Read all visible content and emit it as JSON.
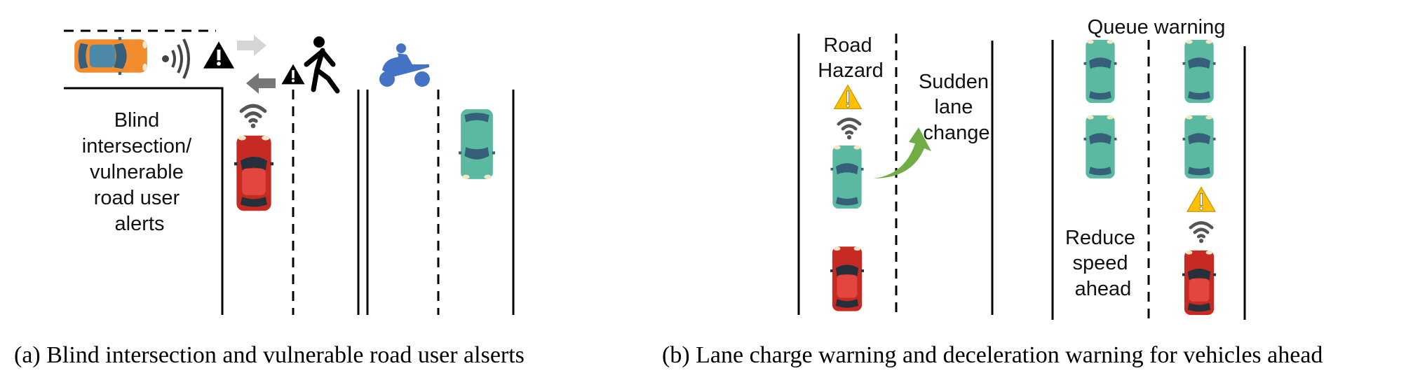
{
  "panel_a": {
    "label_lines": [
      "Blind",
      "intersection/",
      "vulnerable",
      "road user",
      "alerts"
    ],
    "caption": "(a) Blind intersection and vulnerable road user alserts"
  },
  "panel_b": {
    "road_hazard_lines": [
      "Road",
      "Hazard"
    ],
    "sudden_lane_change_lines": [
      "Sudden",
      "lane",
      "change"
    ],
    "queue_warning": "Queue warning",
    "reduce_speed_lines": [
      "Reduce",
      "speed",
      "ahead"
    ],
    "caption": "(b) Lane charge warning and deceleration warning for vehicles ahead"
  },
  "colors": {
    "teal_car": "#5bb9a2",
    "red_car": "#c62a22",
    "orange_car": "#f28c2e",
    "motorcycle": "#4472c4",
    "warning_yellow": "#ffc000",
    "green_arrow": "#70ad47"
  }
}
